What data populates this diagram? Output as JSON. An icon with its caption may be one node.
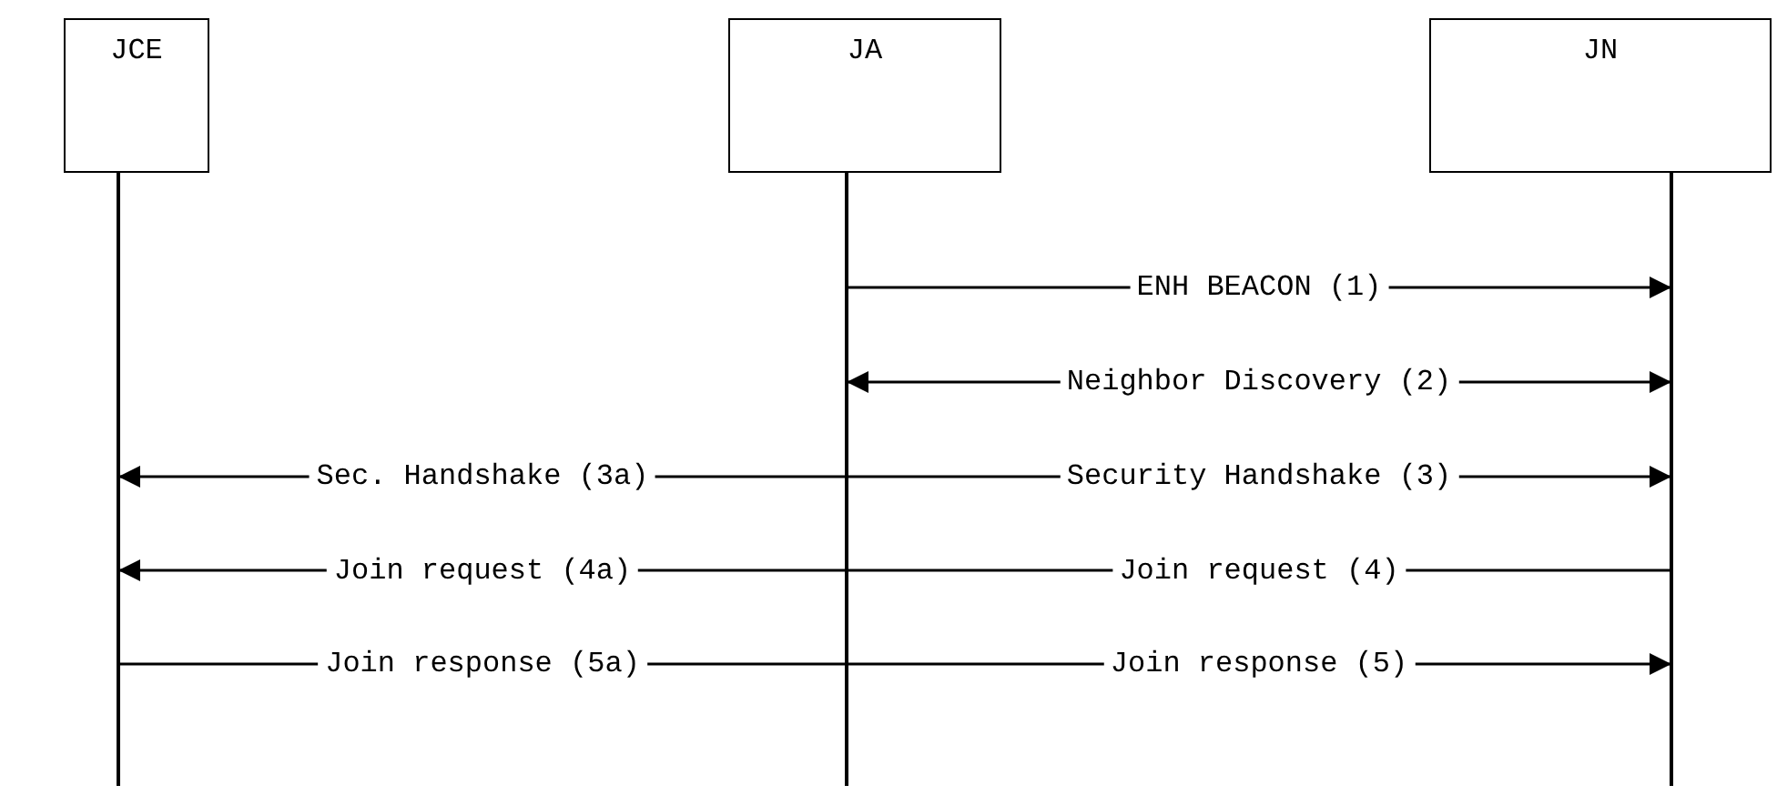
{
  "diagram": {
    "nodes": [
      {
        "text": [
          "JCE"
        ]
      },
      {
        "text": [
          "JA"
        ]
      },
      {
        "text": [
          "JN"
        ]
      }
    ],
    "edges": [
      {
        "from": 1,
        "to": 2,
        "arrow": "to",
        "label": "ENH BEACON (1)"
      },
      {
        "from": 1,
        "to": 2,
        "arrow": "both",
        "label": "Neighbor Discovery (2)"
      },
      {
        "from": 1,
        "to": 0,
        "arrow": "to",
        "label": "Sec. Handshake (3a)"
      },
      {
        "from": 1,
        "to": 2,
        "arrow": "to",
        "label": "Security Handshake (3)"
      },
      {
        "from": 1,
        "to": 0,
        "arrow": "to",
        "label": "Join request (4a)"
      },
      {
        "from": 2,
        "to": 1,
        "arrow": "none",
        "label": "Join request (4)"
      },
      {
        "from": 0,
        "to": 1,
        "arrow": "none",
        "label": "Join response (5a)"
      },
      {
        "from": 1,
        "to": 2,
        "arrow": "to",
        "label": "Join response (5)"
      }
    ]
  }
}
